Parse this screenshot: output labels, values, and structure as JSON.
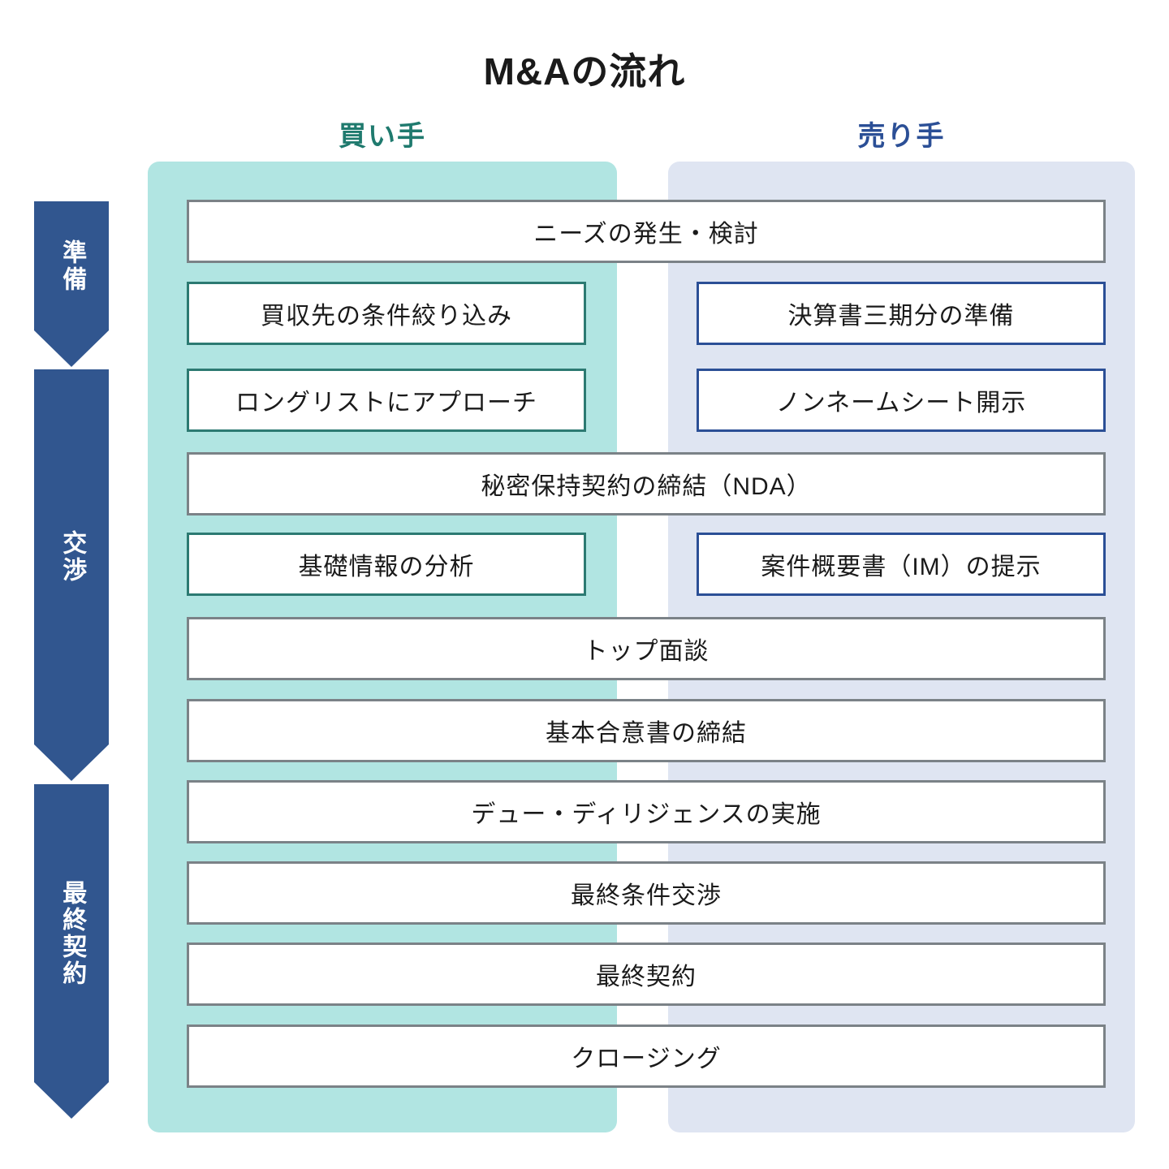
{
  "title": "M&Aの流れ",
  "columns": {
    "buyer_label": "買い手",
    "seller_label": "売り手"
  },
  "colors": {
    "buyer_accent": "#1f7a6e",
    "seller_accent": "#2b4f96",
    "buyer_lane_bg": "#b1e5e2",
    "seller_lane_bg": "#dfe5f2",
    "arrow_blue": "#31568f",
    "shared_box_border": "#7b8287",
    "buyer_box_border": "#2c7a72",
    "seller_box_border": "#2b4f96"
  },
  "stages": [
    {
      "label": "準備"
    },
    {
      "label": "交渉"
    },
    {
      "label": "最終契約"
    }
  ],
  "steps": [
    {
      "kind": "full",
      "label": "ニーズの発生・検討"
    },
    {
      "kind": "split",
      "buyer": "買収先の条件絞り込み",
      "seller": "決算書三期分の準備"
    },
    {
      "kind": "split",
      "buyer": "ロングリストにアプローチ",
      "seller": "ノンネームシート開示"
    },
    {
      "kind": "full",
      "label": "秘密保持契約の締結（NDA）"
    },
    {
      "kind": "split",
      "buyer": "基礎情報の分析",
      "seller": "案件概要書（IM）の提示"
    },
    {
      "kind": "full",
      "label": "トップ面談"
    },
    {
      "kind": "full",
      "label": "基本合意書の締結"
    },
    {
      "kind": "full",
      "label": "デュー・ディリジェンスの実施"
    },
    {
      "kind": "full",
      "label": "最終条件交渉"
    },
    {
      "kind": "full",
      "label": "最終契約"
    },
    {
      "kind": "full",
      "label": "クロージング"
    }
  ]
}
